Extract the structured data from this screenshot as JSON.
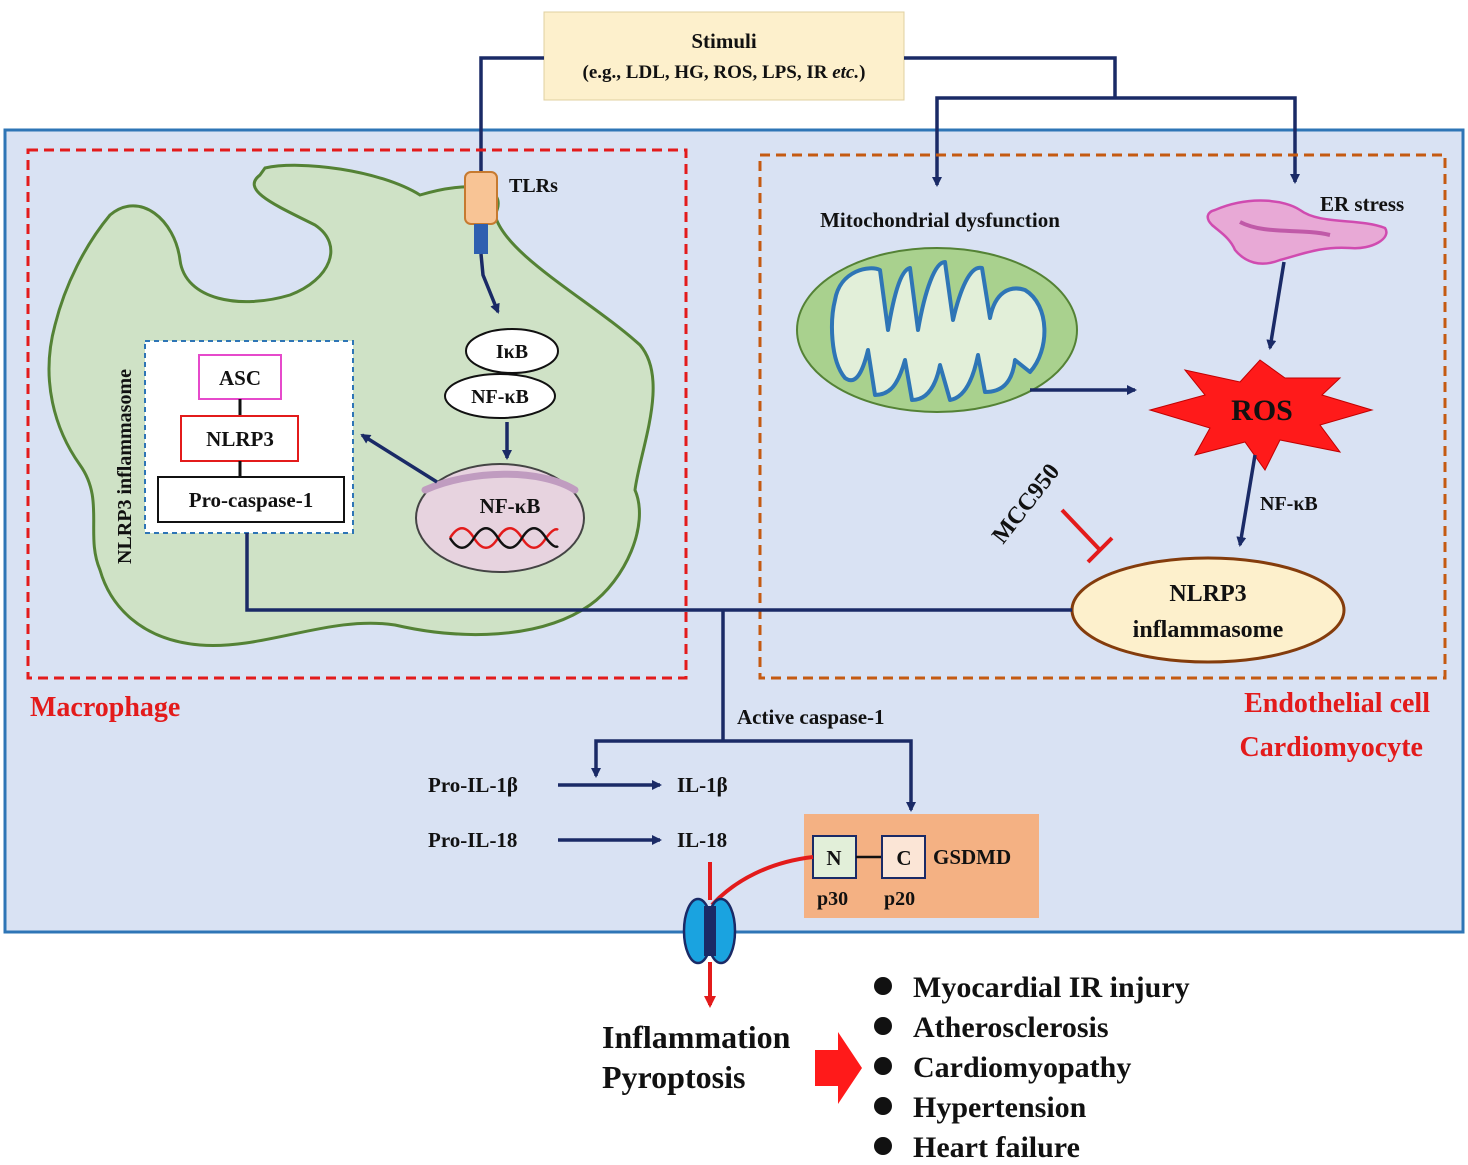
{
  "stimuli": {
    "title": "Stimuli",
    "examples_prefix": "(e.g., LDL, HG, ROS, LPS, IR ",
    "examples_etc": "etc.",
    "examples_suffix": ")"
  },
  "macrophage": {
    "label": "Macrophage",
    "receptor": "TLRs",
    "ikb": "IκB",
    "nfkb": "NF-κB",
    "nucleus_nfkb": "NF-κB",
    "inflammasome_label": "NLRP3 inflammasome",
    "asc": "ASC",
    "nlrp3": "NLRP3",
    "pro_caspase": "Pro-caspase-1"
  },
  "endothelial": {
    "label_line1": "Endothelial cell",
    "label_line2": "Cardiomyocyte",
    "mito": "Mitochondrial dysfunction",
    "er": "ER stress",
    "ros": "ROS",
    "nfkb": "NF-κB",
    "inhibitor": "MCC950",
    "inflammasome_line1": "NLRP3",
    "inflammasome_line2": "inflammasome"
  },
  "cleavage": {
    "active_caspase": "Active caspase-1",
    "pro_il1b": "Pro-IL-1β",
    "il1b": "IL-1β",
    "pro_il18": "Pro-IL-18",
    "il18": "IL-18",
    "gsdmd": "GSDMD",
    "n_term": "N",
    "c_term": "C",
    "p30": "p30",
    "p20": "p20"
  },
  "outcome": {
    "line1": "Inflammation",
    "line2": "Pyroptosis"
  },
  "diseases": [
    "Myocardial IR injury",
    "Atherosclerosis",
    "Cardiomyopathy",
    "Hypertension",
    "Heart failure"
  ],
  "colors": {
    "navy": "#1a2a66",
    "red": "#e31b1b",
    "cell_bg": "#d9e2f3",
    "frame": "#2e75b6"
  }
}
